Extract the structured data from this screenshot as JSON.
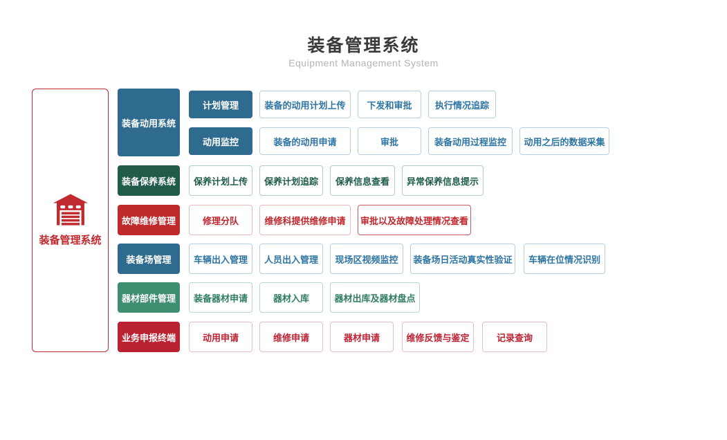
{
  "header": {
    "title": "装备管理系统",
    "subtitle": "Equipment Management System"
  },
  "palette": {
    "blue": "#2F6B8E",
    "dark_green": "#215C4A",
    "red": "#C0292B",
    "green": "#3E8E70",
    "crimson": "#BB2231",
    "root_red": "#C02A2E"
  },
  "system": {
    "root": {
      "label": "装备管理系统",
      "icon": "warehouse-icon"
    },
    "groups": [
      {
        "label": "装备动用系统",
        "theme": "blue",
        "subgroups": [
          {
            "label": "计划管理",
            "items": [
              "装备的动用计划上传",
              "下发和审批",
              "执行情况追踪"
            ]
          },
          {
            "label": "动用监控",
            "items": [
              "装备的动用申请",
              "审批",
              "装备动用过程监控",
              "动用之后的数据采集"
            ]
          }
        ]
      },
      {
        "label": "装备保养系统",
        "theme": "dark-green",
        "items": [
          "保养计划上传",
          "保养计划追踪",
          "保养信息查看",
          "异常保养信息提示"
        ]
      },
      {
        "label": "故障维修管理",
        "theme": "red",
        "items": [
          "修理分队",
          "维修科提供维修申请",
          "审批以及故障处理情况查看"
        ]
      },
      {
        "label": "装备场管理",
        "theme": "blue",
        "items": [
          "车辆出入管理",
          "人员出入管理",
          "现场区视频监控",
          "装备场日活动真实性验证",
          "车辆在位情况识别"
        ]
      },
      {
        "label": "器材部件管理",
        "theme": "green",
        "items": [
          "装备器材申请",
          "器材入库",
          "器材出库及器材盘点"
        ]
      },
      {
        "label": "业务申报终端",
        "theme": "crimson",
        "items": [
          "动用申请",
          "维修申请",
          "器材申请",
          "维修反馈与鉴定",
          "记录查询"
        ]
      }
    ]
  }
}
